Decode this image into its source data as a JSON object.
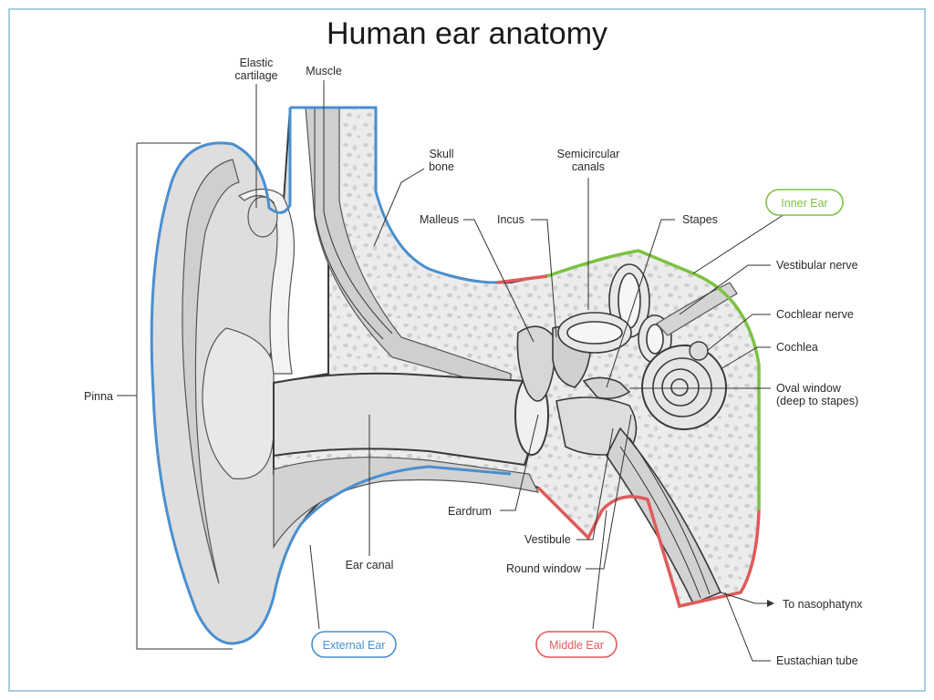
{
  "title": "Human ear anatomy",
  "colors": {
    "external": "#4a8fd0",
    "middle": "#e05a5a",
    "inner": "#7cc242",
    "frame": "#a8cde0"
  },
  "regions": {
    "external": "External Ear",
    "middle": "Middle Ear",
    "inner": "Inner Ear"
  },
  "labels": {
    "elastic_cartilage_1": "Elastic",
    "elastic_cartilage_2": "cartilage",
    "muscle": "Muscle",
    "skull_bone_1": "Skull",
    "skull_bone_2": "bone",
    "semicircular_1": "Semicircular",
    "semicircular_2": "canals",
    "malleus": "Malleus",
    "incus": "Incus",
    "stapes": "Stapes",
    "vestibular_nerve": "Vestibular nerve",
    "cochlear_nerve": "Cochlear nerve",
    "cochlea": "Cochlea",
    "oval_window_1": "Oval window",
    "oval_window_2": "(deep to stapes)",
    "pinna": "Pinna",
    "eardrum": "Eardrum",
    "vestibule": "Vestibule",
    "round_window": "Round window",
    "ear_canal": "Ear canal",
    "to_nasopharynx": "To nasophatynx",
    "eustachian_tube": "Eustachian tube"
  }
}
